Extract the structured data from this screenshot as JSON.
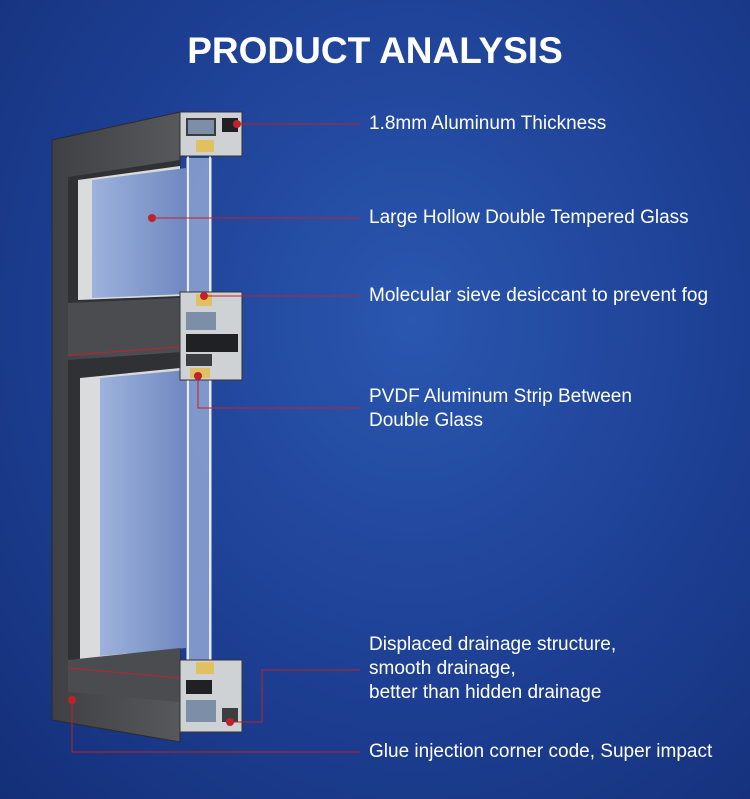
{
  "title": "PRODUCT ANALYSIS",
  "labels": {
    "thickness": "1.8mm Aluminum Thickness",
    "glass": "Large Hollow Double Tempered Glass",
    "sieve": "Molecular sieve desiccant to prevent fog",
    "pvdf_line1": "PVDF Aluminum Strip Between",
    "pvdf_line2": "Double Glass",
    "drain_line1": "Displaced drainage structure,",
    "drain_line2": "smooth drainage,",
    "drain_line3": "better than hidden drainage",
    "glue": "Glue injection corner code, Super impact"
  },
  "colors": {
    "background": "#1d3f93",
    "frame": "#4a4c50",
    "leader": "#c0222a",
    "glass": "#7d96c9",
    "text": "#ffffff"
  }
}
